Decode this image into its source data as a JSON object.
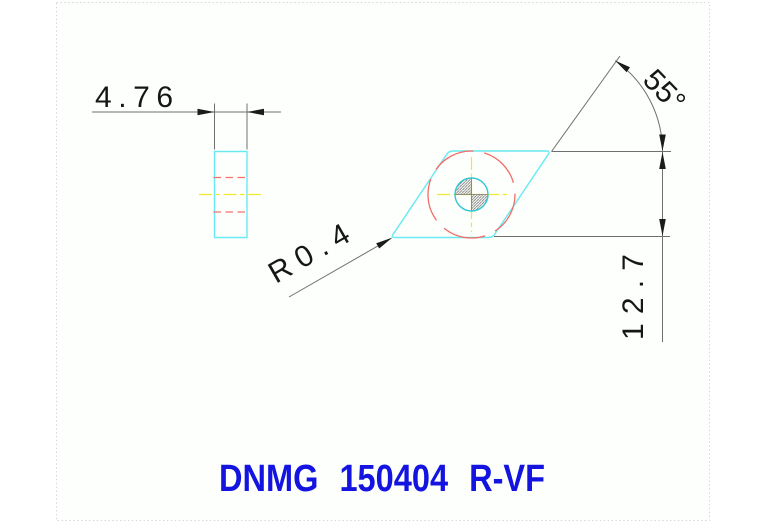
{
  "drawing": {
    "title": "DNMG 150404 R-VF",
    "dimensions": {
      "thickness": "4.76",
      "angle": "55°",
      "corner_radius": "R0.4",
      "height": "12.7"
    }
  },
  "colors": {
    "outline_cyan": "#69e9f2",
    "hole_teal": "#2fc6d4",
    "hidden_red": "#f5706d",
    "ic_red": "#f26d66",
    "centerline_yellow": "#f2e830",
    "dim_gray": "#6f6f6f",
    "arrow_black": "#1b1b1b",
    "text_black": "#161616",
    "title_blue": "#1414e0",
    "hatch_gray": "#787878",
    "paper_border": "#d7d7d7",
    "paper_bg": "#fdfffd"
  }
}
